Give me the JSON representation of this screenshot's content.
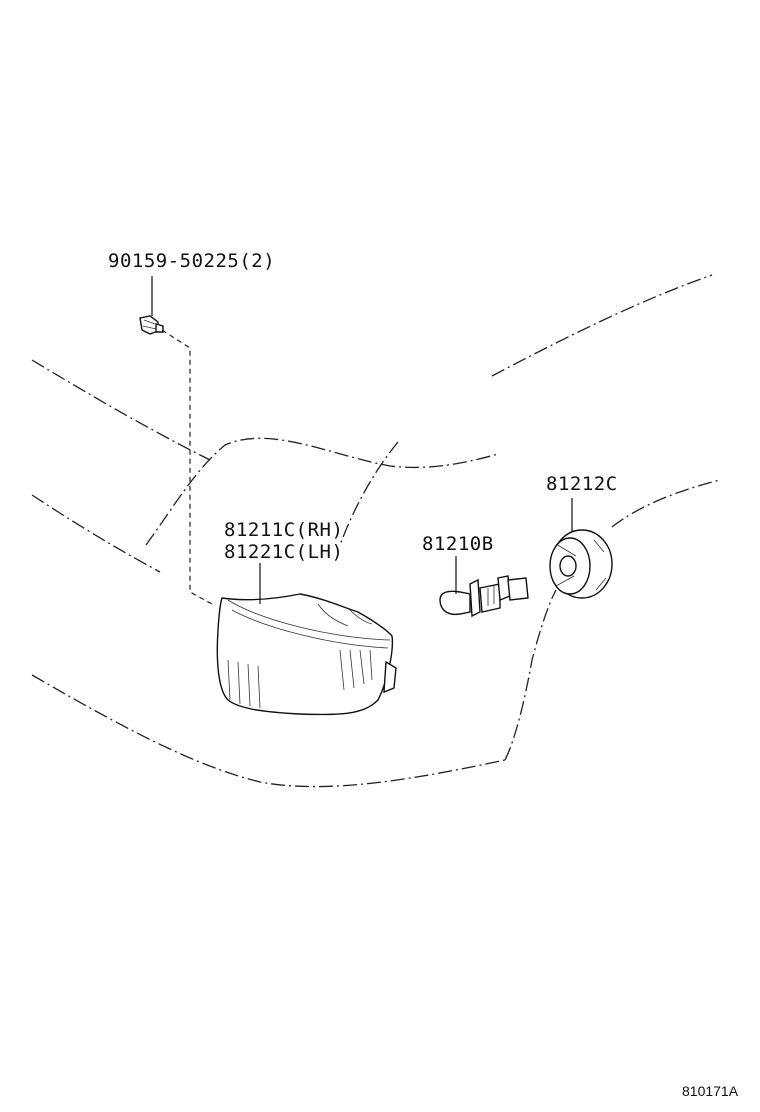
{
  "labels": {
    "screw": "90159-50225(2)",
    "lamp_rh": "81211C(RH)",
    "lamp_lh": "81221C(LH)",
    "bulb": "81210B",
    "socket": "81212C"
  },
  "figure_id": "810171A",
  "colors": {
    "line": "#111111",
    "background": "#ffffff"
  }
}
